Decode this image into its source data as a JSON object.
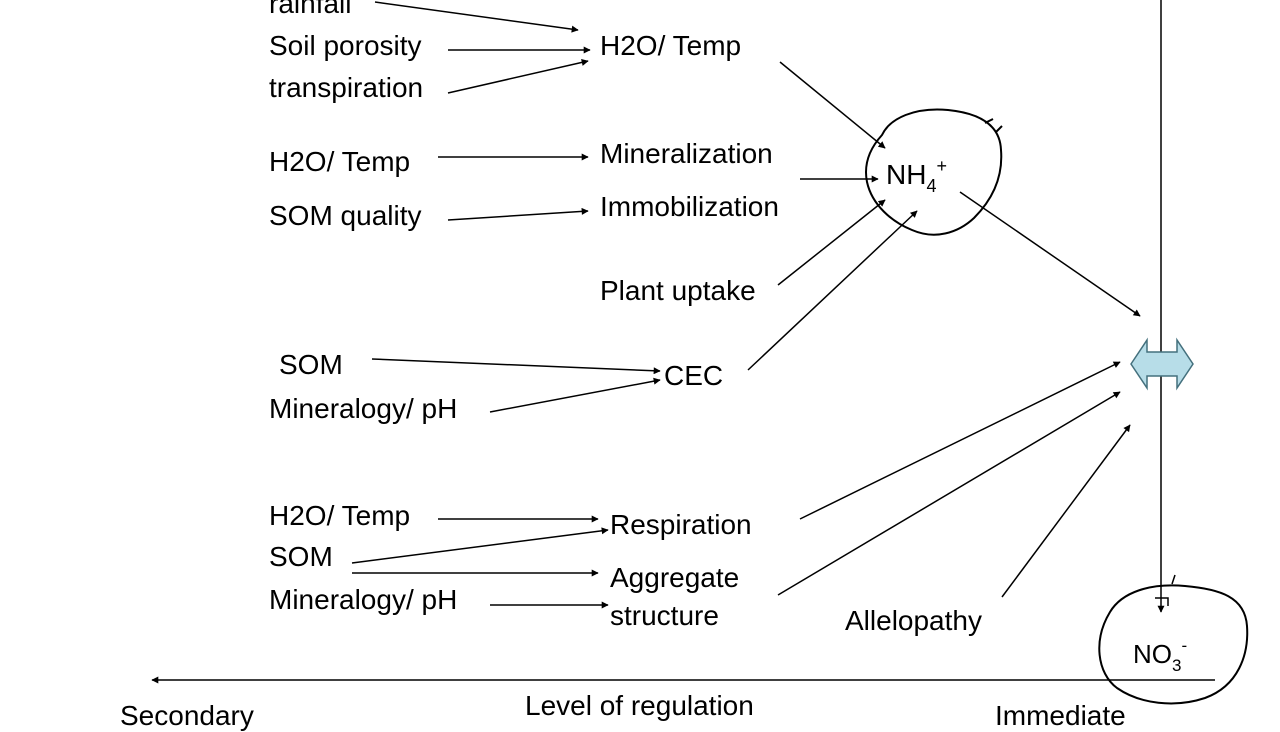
{
  "labels": {
    "rainfall": "rainfall",
    "soil_porosity": "Soil porosity",
    "transpiration": "transpiration",
    "h2o_temp_top": "H2O/ Temp",
    "h2o_temp_mid_left": "H2O/ Temp",
    "som_quality": "SOM quality",
    "mineralization": "Mineralization",
    "immobilization": "Immobilization",
    "plant_uptake": "Plant uptake",
    "som_cec": "SOM",
    "mineralogy_ph_cec": "Mineralogy/ pH",
    "cec": "CEC",
    "h2o_temp_bottom": "H2O/ Temp",
    "som_bottom": "SOM",
    "mineralogy_ph_bottom": "Mineralogy/ pH",
    "respiration": "Respiration",
    "aggregate": "Aggregate",
    "structure": "structure",
    "allelopathy": "Allelopathy"
  },
  "nodes": {
    "nh4": {
      "base": "NH",
      "sub": "4",
      "sup": "+"
    },
    "no3": {
      "base": "NO",
      "sub": "3",
      "sup": "-"
    }
  },
  "axis": {
    "left": "Secondary",
    "center": "Level of regulation",
    "right": "Immediate"
  },
  "colors": {
    "exchange_arrow_fill": "#b7dde8"
  }
}
